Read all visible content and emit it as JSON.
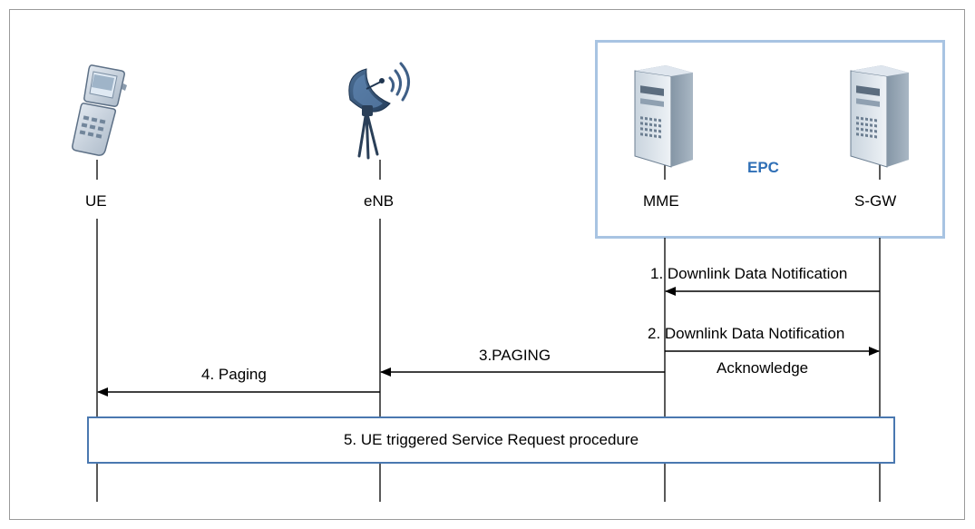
{
  "entities": {
    "ue": "UE",
    "enb": "eNB",
    "mme": "MME",
    "sgw": "S-GW"
  },
  "epc_label": "EPC",
  "messages": {
    "msg1": "1. Downlink Data Notification",
    "msg2_line1": "2. Downlink Data Notification",
    "msg2_line2": "Acknowledge",
    "msg3": "3.PAGING",
    "msg4": "4. Paging"
  },
  "procedure": "5. UE triggered Service Request procedure",
  "icons": {
    "ue": "mobile-phone-icon",
    "enb": "satellite-dish-icon",
    "mme": "server-icon",
    "sgw": "server-icon"
  },
  "colors": {
    "epc_border": "#a8c4e2",
    "epc_text": "#2f6fb6",
    "procedure_border": "#4a78b0",
    "lines": "#000000"
  }
}
